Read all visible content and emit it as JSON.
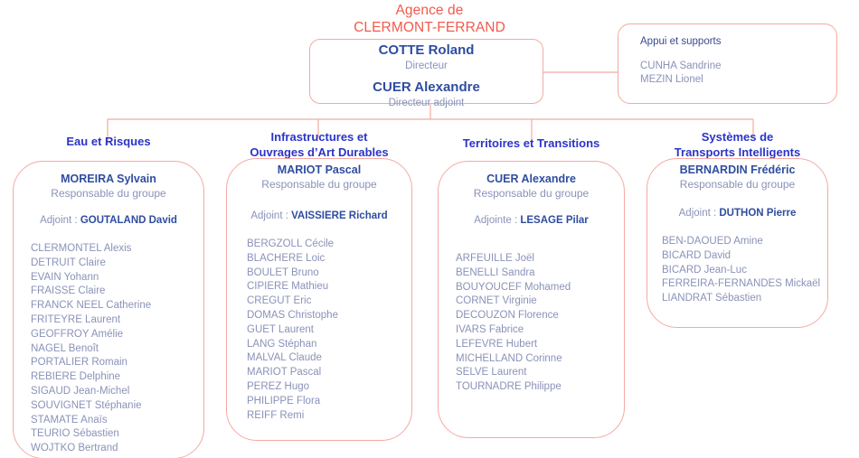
{
  "agency": {
    "line1": "Agence de",
    "line2": "CLERMONT-FERRAND"
  },
  "direction": {
    "director_name": "COTTE Roland",
    "director_role": "Directeur",
    "deputy_name": "CUER Alexandre",
    "deputy_role": "Directeur adjoint"
  },
  "support": {
    "title": "Appui et supports",
    "members": [
      "CUNHA Sandrine",
      "MEZIN Lionel"
    ]
  },
  "groups": [
    {
      "heading_line1": "Eau et Risques",
      "heading_line2": "",
      "lead": "MOREIRA Sylvain",
      "lead_role": "Responsable du groupe",
      "deputy_label": "Adjoint : ",
      "deputy_name": "GOUTALAND David",
      "members": [
        "CLERMONTEL Alexis",
        "DETRUIT Claire",
        "EVAIN Yohann",
        "FRAISSE Claire",
        "FRANCK NEEL Catherine",
        "FRITEYRE Laurent",
        "GEOFFROY Amélie",
        "NAGEL Benoît",
        "PORTALIER Romain",
        "REBIERE Delphine",
        "SIGAUD Jean-Michel",
        "SOUVIGNET Stéphanie",
        "STAMATE Anaïs",
        "TEURIO Sébastien",
        "WOJTKO Bertrand"
      ]
    },
    {
      "heading_line1": "Infrastructures et",
      "heading_line2": "Ouvrages d’Art Durables",
      "lead": "MARIOT Pascal",
      "lead_role": "Responsable du groupe",
      "deputy_label": "Adjoint : ",
      "deputy_name": "VAISSIERE Richard",
      "members": [
        "BERGZOLL Cécile",
        "BLACHERE Loic",
        "BOULET Bruno",
        "CIPIERE Mathieu",
        "CREGUT Eric",
        "DOMAS Christophe",
        "GUET Laurent",
        "LANG Stéphan",
        "MALVAL Claude",
        "MARIOT Pascal",
        "PEREZ Hugo",
        "PHILIPPE Flora",
        "REIFF Remi"
      ]
    },
    {
      "heading_line1": "Territoires et Transitions",
      "heading_line2": "",
      "lead": "CUER Alexandre",
      "lead_role": "Responsable du groupe",
      "deputy_label": "Adjointe : ",
      "deputy_name": "LESAGE Pilar",
      "members": [
        "ARFEUILLE Joël",
        "BENELLI Sandra",
        "BOUYOUCEF Mohamed",
        "CORNET Virginie",
        "DECOUZON Florence",
        "IVARS Fabrice",
        "LEFEVRE Hubert",
        "MICHELLAND Corinne",
        "SELVE Laurent",
        "TOURNADRE Philippe"
      ]
    },
    {
      "heading_line1": "Systèmes de",
      "heading_line2": "Transports Intelligents",
      "lead": "BERNARDIN Frédéric",
      "lead_role": "Responsable du groupe",
      "deputy_label": "Adjoint : ",
      "deputy_name": "DUTHON Pierre",
      "members": [
        "BEN-DAOUED Amine",
        "BICARD David",
        "BICARD Jean-Luc",
        "FERREIRA-FERNANDES Mickaël",
        "LIANDRAT Sébastien"
      ]
    }
  ],
  "colors": {
    "accent_red": "#ef5b4c",
    "border_pink": "#f4a9a3",
    "heading_blue": "#2b34c8",
    "name_blue": "#2f4da0",
    "muted_blue": "#8a92b8"
  }
}
